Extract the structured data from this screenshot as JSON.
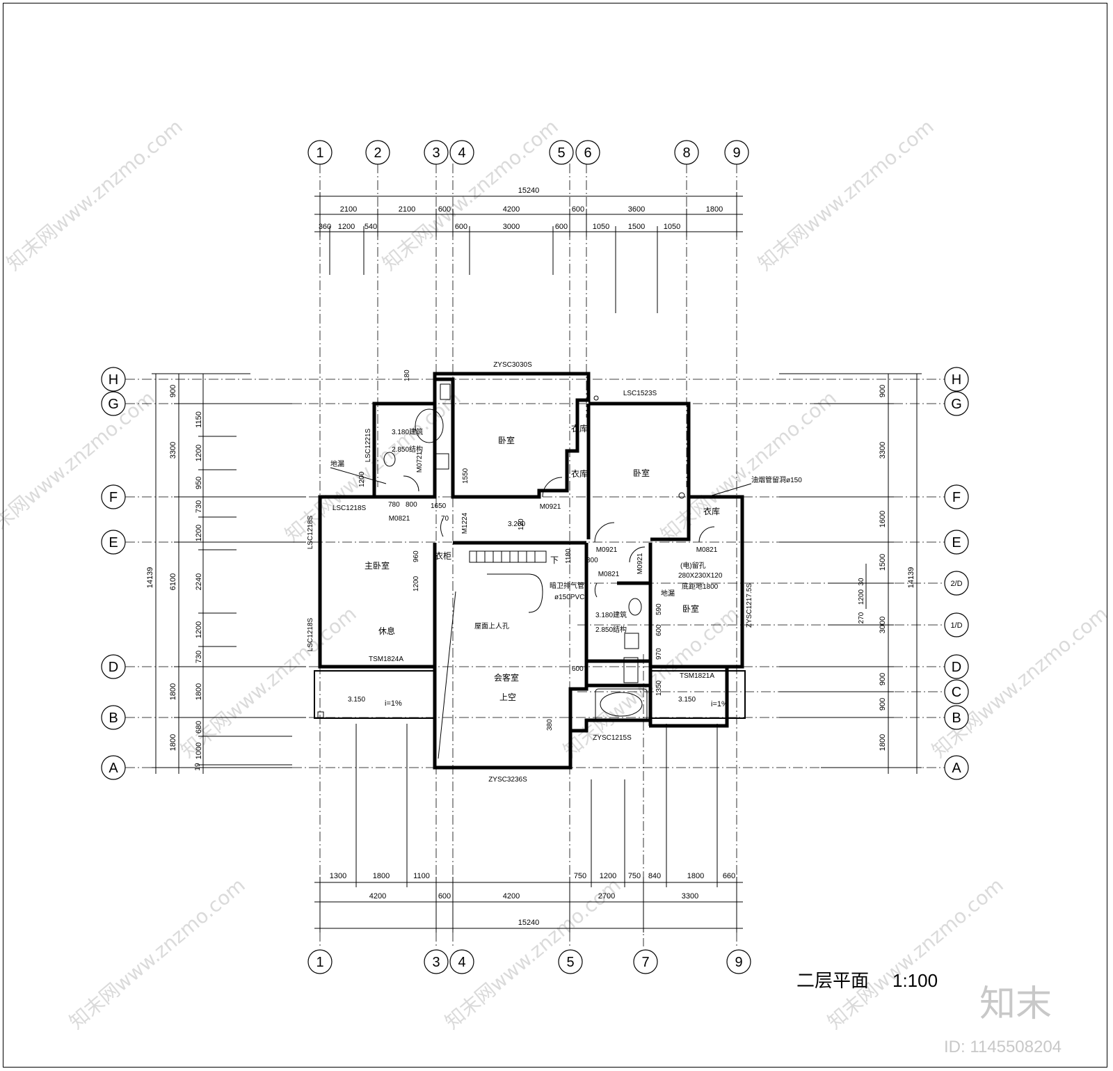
{
  "title": "二层平面",
  "scale": "1:100",
  "watermark": {
    "brand": "知末",
    "id_text": "ID: 1145508204",
    "repeat_text": "知末网www.znzmo.com"
  },
  "grid": {
    "top_axes": [
      "1",
      "2",
      "3",
      "4",
      "5",
      "6",
      "8",
      "9"
    ],
    "bottom_axes": [
      "1",
      "3",
      "4",
      "5",
      "7",
      "9"
    ],
    "left_axes": [
      "H",
      "G",
      "F",
      "E",
      "D",
      "B",
      "A"
    ],
    "right_axes": [
      "H",
      "G",
      "F",
      "E",
      "2/D",
      "1/D",
      "D",
      "C",
      "B",
      "A"
    ]
  },
  "dimensions": {
    "top_total": "15240",
    "top_row1": [
      "2100",
      "2100",
      "600",
      "4200",
      "600",
      "3600",
      "1800"
    ],
    "top_row2": [
      "360",
      "1200",
      "540",
      "600",
      "3000",
      "600",
      "1050",
      "1500",
      "1050"
    ],
    "bottom_total": "15240",
    "bottom_row1": [
      "4200",
      "600",
      "4200",
      "2700",
      "3300"
    ],
    "bottom_row2": [
      "1300",
      "1800",
      "1100",
      "750",
      "1200",
      "750",
      "840",
      "1800",
      "660"
    ],
    "left_total": "14139",
    "left_row1": [
      "900",
      "3300",
      "6100",
      "1800",
      "1800"
    ],
    "left_row2": [
      "1150",
      "1200",
      "950",
      "730",
      "1200",
      "2240",
      "1200",
      "730",
      "1800",
      "680",
      "1000",
      "19"
    ],
    "right_total": "14139",
    "right_row1": [
      "900",
      "3300",
      "1600",
      "1500",
      "3000",
      "900",
      "900",
      "1800"
    ],
    "right_row2": [
      "270",
      "1200",
      "30"
    ]
  },
  "rooms": {
    "bedroom": "卧室",
    "wardrobe": "衣库",
    "master_bedroom": "主卧室",
    "rest": "休息",
    "living_room": "会客室",
    "void": "上空",
    "closet": "衣柜",
    "down": "下"
  },
  "doors_windows": {
    "w_top": "ZYSC3030S",
    "w_right_top": "LSC1523S",
    "w_bath_left": "LSC1221S",
    "w_master_top": "LSC1218S",
    "w_master_left1": "LSC1218S",
    "w_master_left2": "LSC1218S",
    "w_right_bed": "ZYSC1217.5S",
    "w_bottom": "ZYSC3236S",
    "w_bottom_bath": "ZYSC1215S",
    "d_balcony_left": "TSM1824A",
    "d_balcony_right": "TSM1821A",
    "d_m0921_a": "M0921",
    "d_m0921_b": "M0921",
    "d_m0921_c": "M0921",
    "d_m0821_a": "M0821",
    "d_m0821_b": "M0821",
    "d_m0821_c": "M0821",
    "d_m0721": "M0721",
    "d_m1224": "M1224"
  },
  "annotations": {
    "floor_drain": "地漏",
    "floor_drain2": "地漏",
    "elev_arch": "3.180建筑",
    "elev_struct": "2.850结构",
    "elev_arch2": "3.180建筑",
    "elev_struct2": "2.850结构",
    "elev_hall": "3.200",
    "elev_balcony_l": "3.150",
    "elev_balcony_r": "3.150",
    "slope_l": "i=1%",
    "slope_r": "i=1%",
    "roof_hatch": "屋面上人孔",
    "vent_pipe": "暗卫排气管",
    "vent_spec": "ø150PVC",
    "smoke_pipe": "油烟管留洞ø150",
    "hole1": "(电)留孔",
    "hole2": "280X230X120",
    "hole3": "底距地1800",
    "dim_780": "780",
    "dim_800": "800",
    "dim_1650": "1650",
    "dim_70": "70",
    "dim_120": "120",
    "dim_960": "960",
    "dim_1200": "1200",
    "dim_1550": "1550",
    "dim_1180": "1180",
    "dim_300": "300",
    "dim_600": "600",
    "dim_380": "380",
    "dim_180": "180",
    "dim_1200b": "1200",
    "dim_590": "590",
    "dim_600b": "600",
    "dim_970": "970",
    "dim_1350": "1350"
  }
}
